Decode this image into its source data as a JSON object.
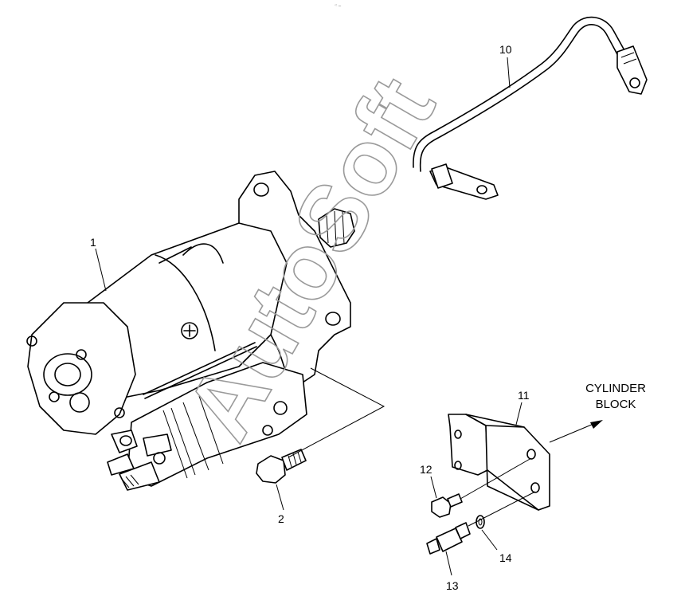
{
  "destination": {
    "line1": "CYLINDER",
    "line2": "BLOCK"
  },
  "parts": [
    {
      "number": "1"
    },
    {
      "number": "2"
    },
    {
      "number": "10"
    },
    {
      "number": "11"
    },
    {
      "number": "12"
    },
    {
      "number": "13"
    },
    {
      "number": "14"
    }
  ],
  "watermark": "AutoSoft",
  "corner_mark": "⁖ ..."
}
